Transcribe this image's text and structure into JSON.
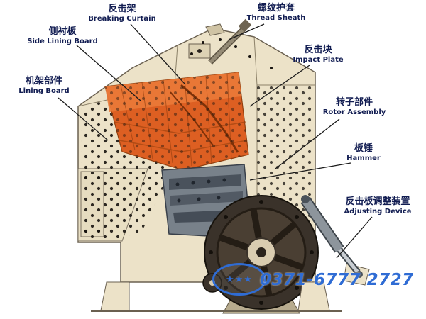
{
  "labels": [
    {
      "id": "breaking-curtain",
      "cn": "反击架",
      "en": "Breaking Curtain"
    },
    {
      "id": "thread-sheath",
      "cn": "螺纹护套",
      "en": "Thread Sheath"
    },
    {
      "id": "side-lining-board",
      "cn": "侧衬板",
      "en": "Side Lining Board"
    },
    {
      "id": "impact-plate",
      "cn": "反击块",
      "en": "Impact Plate"
    },
    {
      "id": "lining-board",
      "cn": "机架部件",
      "en": "Lining Board"
    },
    {
      "id": "rotor-assembly",
      "cn": "转子部件",
      "en": "Rotor Assembly"
    },
    {
      "id": "hammer",
      "cn": "板锤",
      "en": "Hammer"
    },
    {
      "id": "adjusting-device",
      "cn": "反击板调整装置",
      "en": "Adjusting Device"
    }
  ],
  "watermark": {
    "stars": "★★★",
    "phone": "0371-6777  2727"
  },
  "colors": {
    "label_text": "#121d52",
    "machine_body": "#ece2c8",
    "chamber_orange": "#dd5f22",
    "rotor_gray": "#78818a",
    "brand_blue": "#2f6cd4"
  }
}
